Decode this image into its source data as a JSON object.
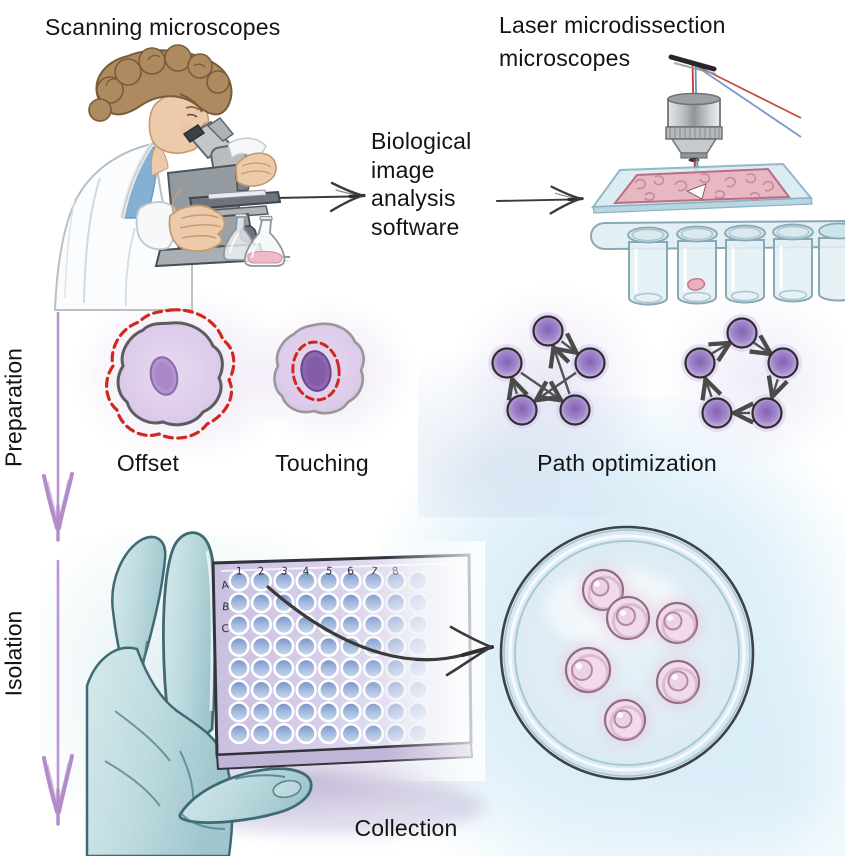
{
  "top": {
    "scanning_title": "Scanning microscopes",
    "lmd_title": [
      "Laser microdissection",
      "microscopes"
    ],
    "software_lines": [
      "Biological",
      "image",
      "analysis",
      "software"
    ]
  },
  "rail": {
    "preparation": "Preparation",
    "isolation": "Isolation"
  },
  "labels": {
    "offset": "Offset",
    "touching": "Touching",
    "path_optimization": "Path optimization",
    "collection": "Collection"
  },
  "well_plate": {
    "row_labels": [
      "A",
      "B",
      "C"
    ],
    "column_labels": [
      "1",
      "2",
      "3",
      "4",
      "5",
      "6",
      "7",
      "8"
    ]
  },
  "colors": {
    "laser_red": "#c23a2c",
    "laser_blue": "#6c8cc4",
    "cut_line_red": "#d0281c",
    "cell_purple": "#ddcce9",
    "nucleus_purple": "#9a77c1",
    "node_purple": "#8f6cbe",
    "rail_arrow_purple": "#b18cc9",
    "glove_teal": "#c6dfe3",
    "petri_blue": "#dcebf4",
    "petri_cell_pink": "#f2dbe9",
    "arrow_gray": "#3a3a3a"
  }
}
